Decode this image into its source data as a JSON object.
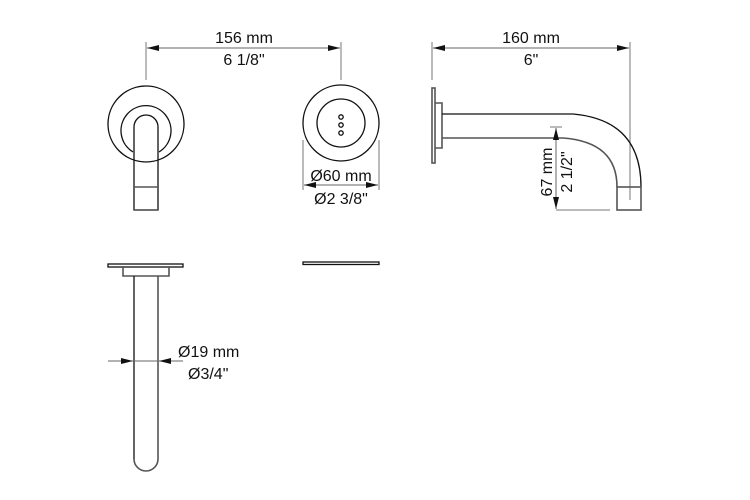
{
  "drawing": {
    "subject": "Wall-mounted spout technical drawing",
    "colors": {
      "line": "#111111",
      "dimension": "#666666",
      "background": "#ffffff"
    }
  },
  "dimensions": {
    "width_between_centers": {
      "mm": "156 mm",
      "inch": "6 1/8\""
    },
    "spout_projection": {
      "mm": "160 mm",
      "inch": "6\""
    },
    "plate_diameter": {
      "mm": "Ø60 mm",
      "inch": "Ø2 3/8\""
    },
    "spout_drop": {
      "mm": "67 mm",
      "inch": "2 1/2\""
    },
    "pipe_diameter": {
      "mm": "Ø19 mm",
      "inch": "Ø3/4\""
    }
  },
  "views": [
    {
      "name": "front-view-spout"
    },
    {
      "name": "front-view-control-plate"
    },
    {
      "name": "side-view-spout"
    },
    {
      "name": "top-view-spout"
    },
    {
      "name": "top-view-control-plate"
    }
  ]
}
